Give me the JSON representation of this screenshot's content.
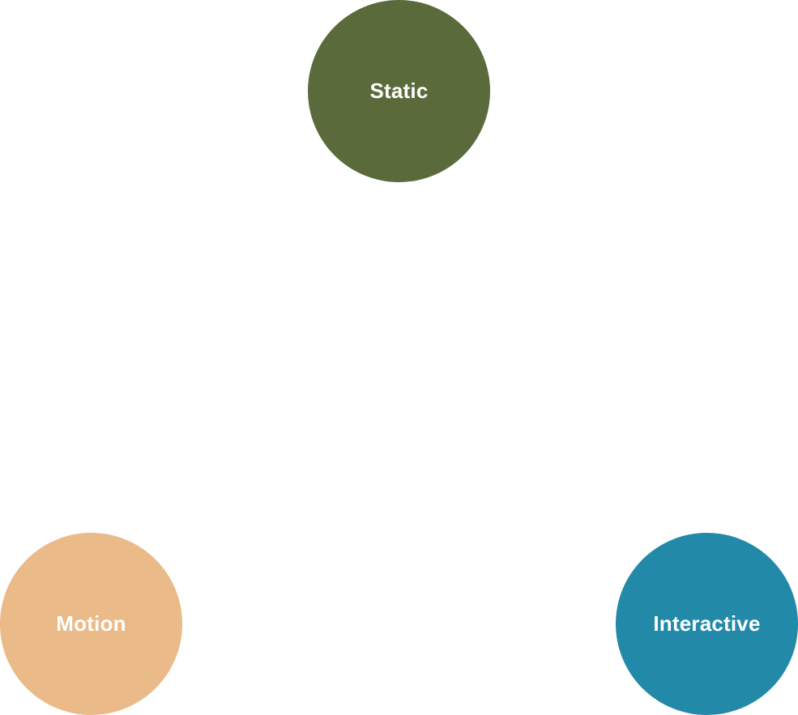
{
  "diagram": {
    "nodes": [
      {
        "id": "static",
        "label": "Static",
        "color": "#5a6a3a"
      },
      {
        "id": "motion",
        "label": "Motion",
        "color": "#eaba88"
      },
      {
        "id": "interactive",
        "label": "Interactive",
        "color": "#2289a8"
      }
    ]
  }
}
